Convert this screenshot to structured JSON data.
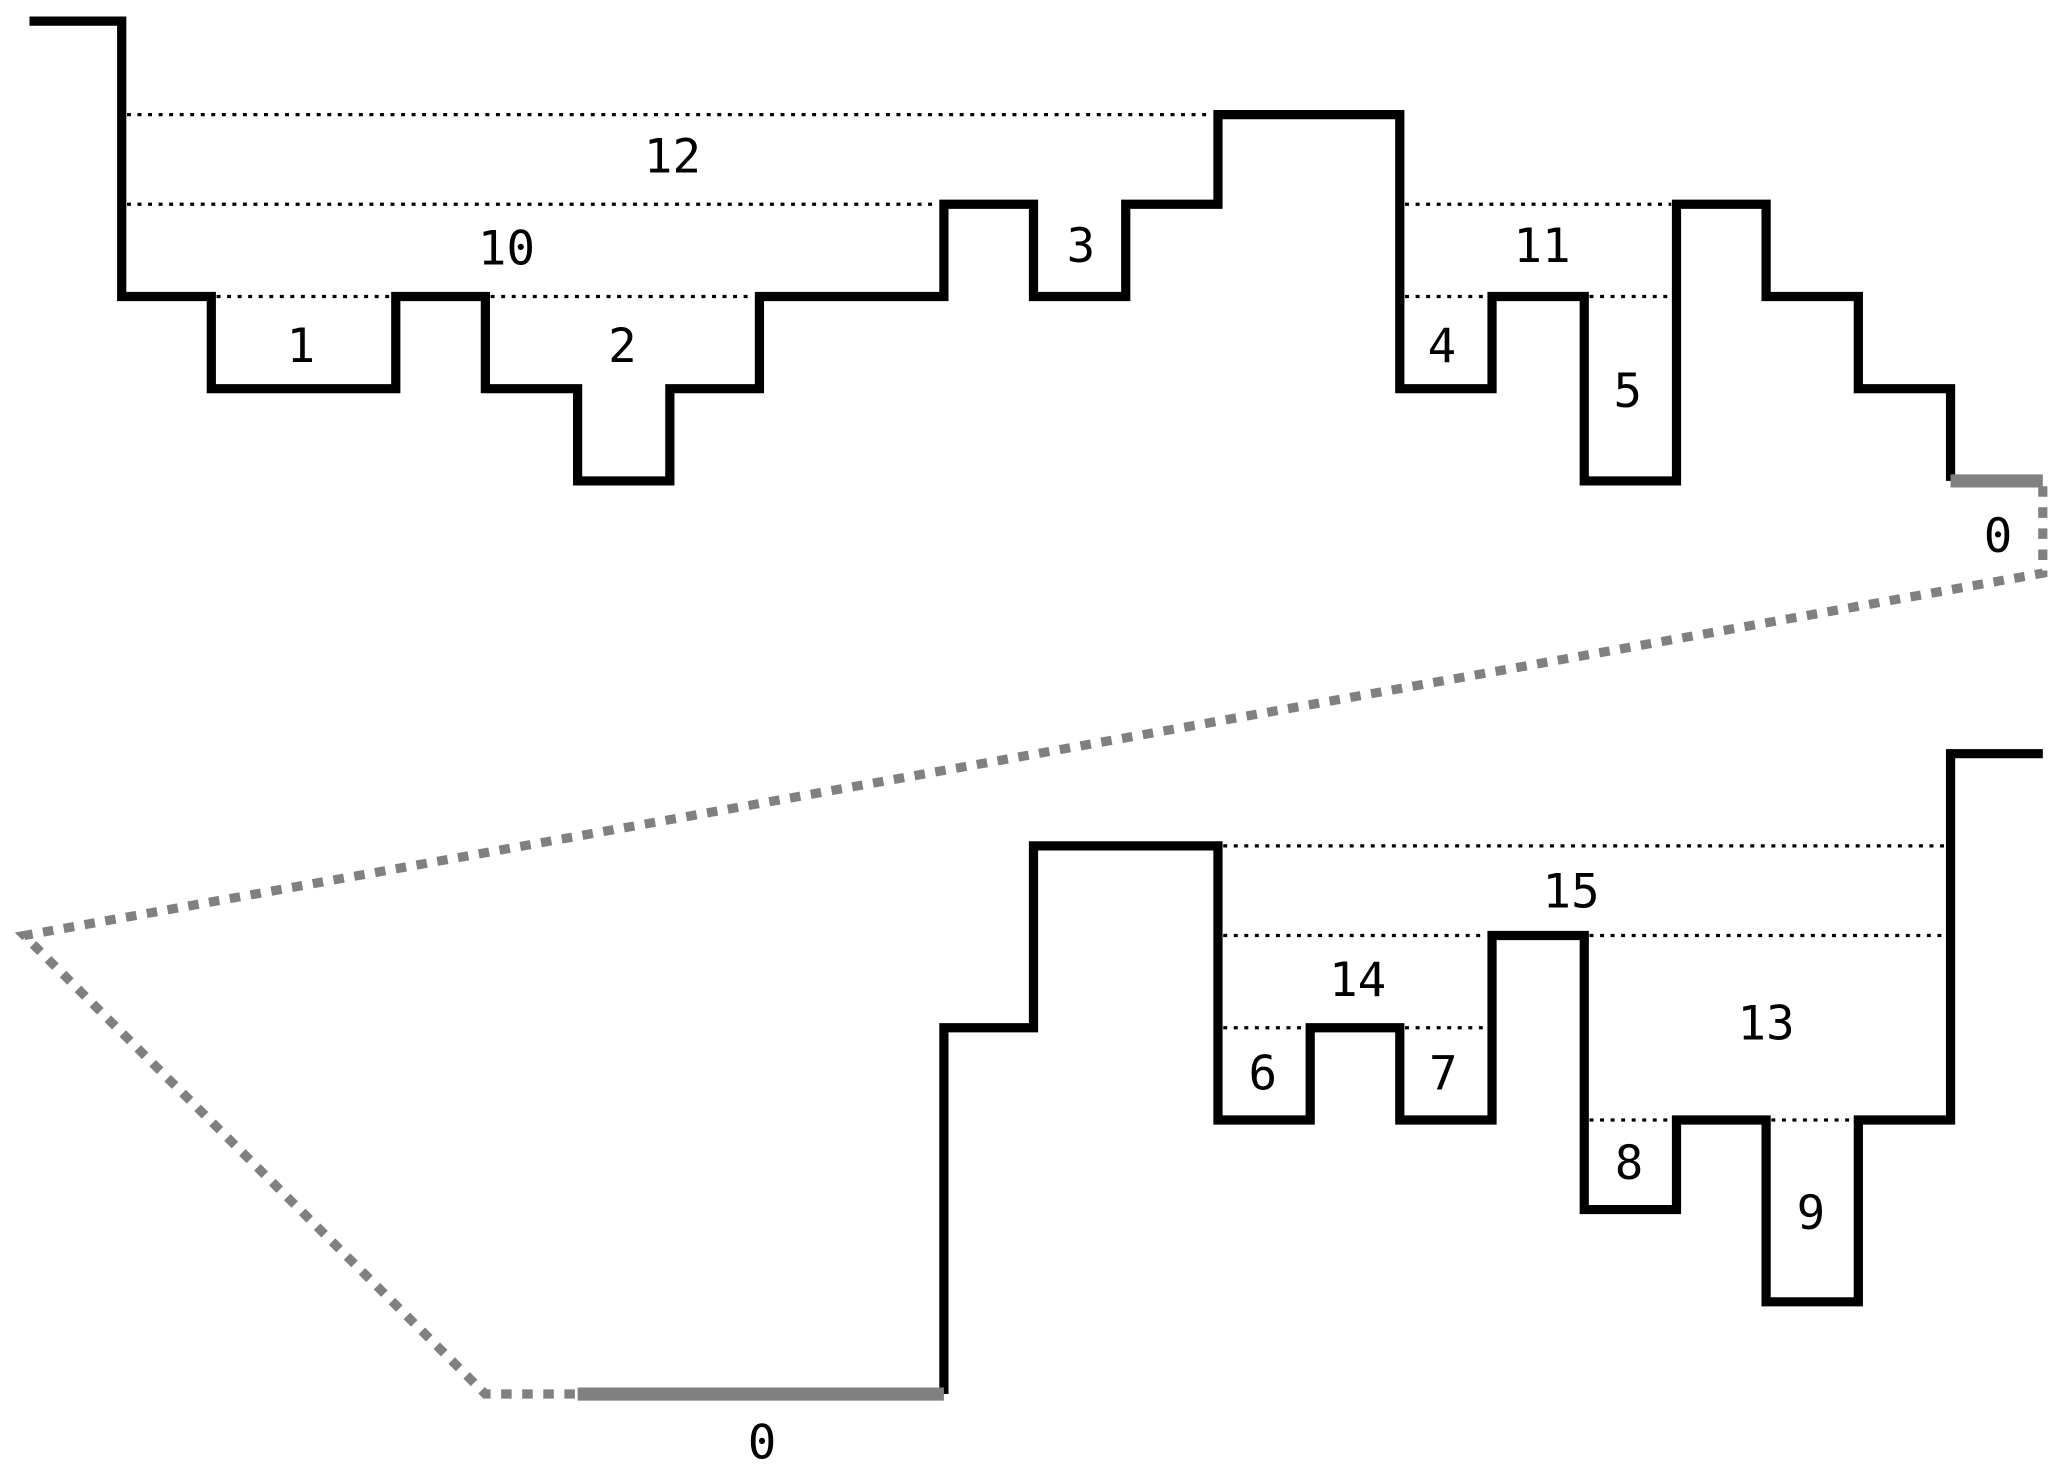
{
  "diagram": {
    "colors": {
      "terrain": "#000000",
      "connector": "#808080"
    },
    "labels": {
      "l12": "12",
      "l10": "10",
      "l1": "1",
      "l2": "2",
      "l3": "3",
      "l11": "11",
      "l4": "4",
      "l5": "5",
      "l0_top": "0",
      "l15": "15",
      "l14": "14",
      "l13": "13",
      "l6": "6",
      "l7": "7",
      "l8": "8",
      "l9": "9",
      "l0_bottom": "0"
    }
  }
}
